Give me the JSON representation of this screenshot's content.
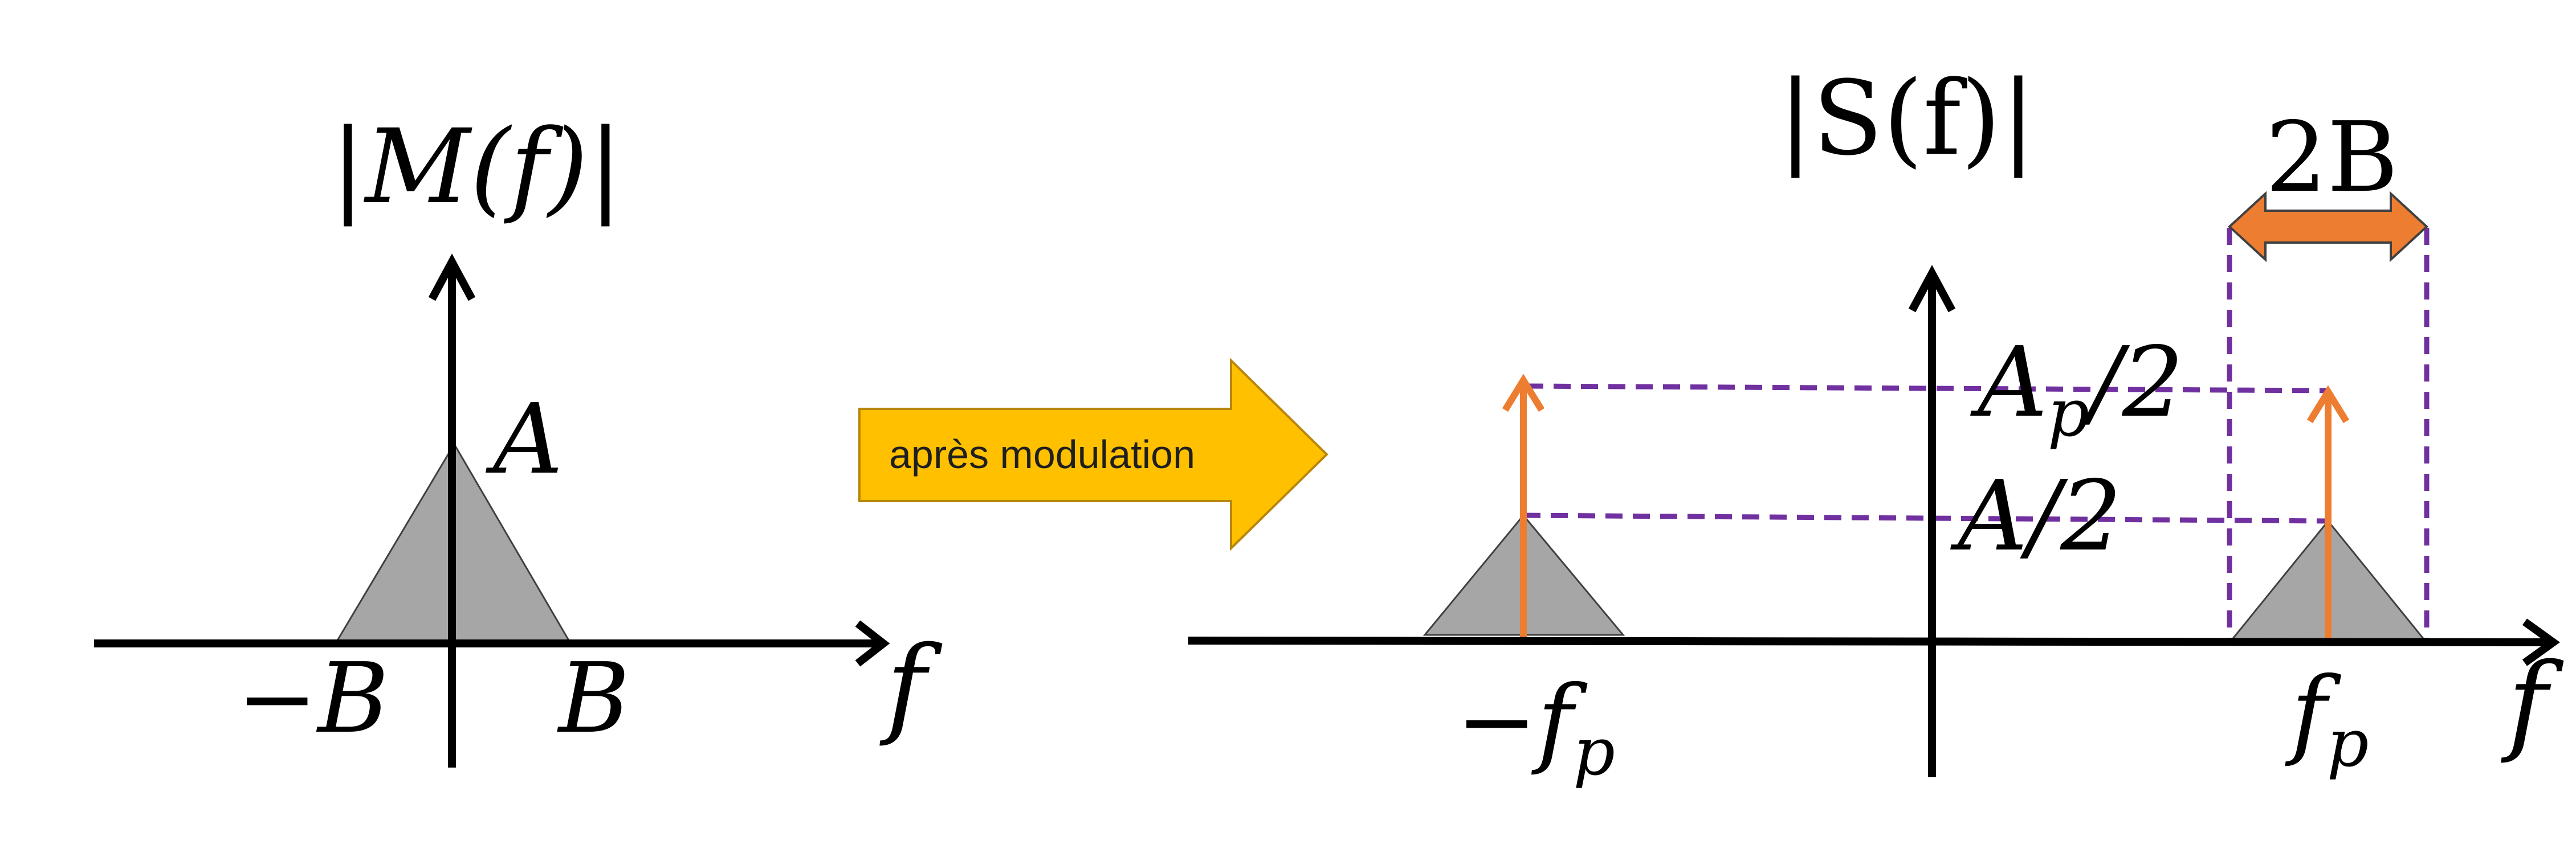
{
  "left_plot": {
    "title": "|M(f)|",
    "peak_label": "A",
    "neg_label": "−B",
    "pos_label": "B",
    "axis_label": "f"
  },
  "transition": {
    "label": "après modulation",
    "fill_color": "#FFC000",
    "stroke_color": "#B8860B"
  },
  "right_plot": {
    "title": "|S(f)|",
    "bandwidth_label": "2B",
    "carrier_amp_label": "Ap/2",
    "carrier_amp_main": "A",
    "carrier_amp_sub": "p",
    "carrier_amp_rest": "/2",
    "signal_amp_label": "A/2",
    "neg_freq_label": "−fp",
    "neg_freq_main": "−f",
    "neg_freq_sub": "p",
    "pos_freq_label": "fp",
    "pos_freq_main": "f",
    "pos_freq_sub": "p",
    "axis_label": "f"
  },
  "colors": {
    "axis": "#000000",
    "triangle_fill": "#A6A6A6",
    "triangle_stroke": "#404040",
    "carrier": "#ED7D31",
    "guide": "#7030A0",
    "bandwidth_arrow": "#ED7D31"
  }
}
